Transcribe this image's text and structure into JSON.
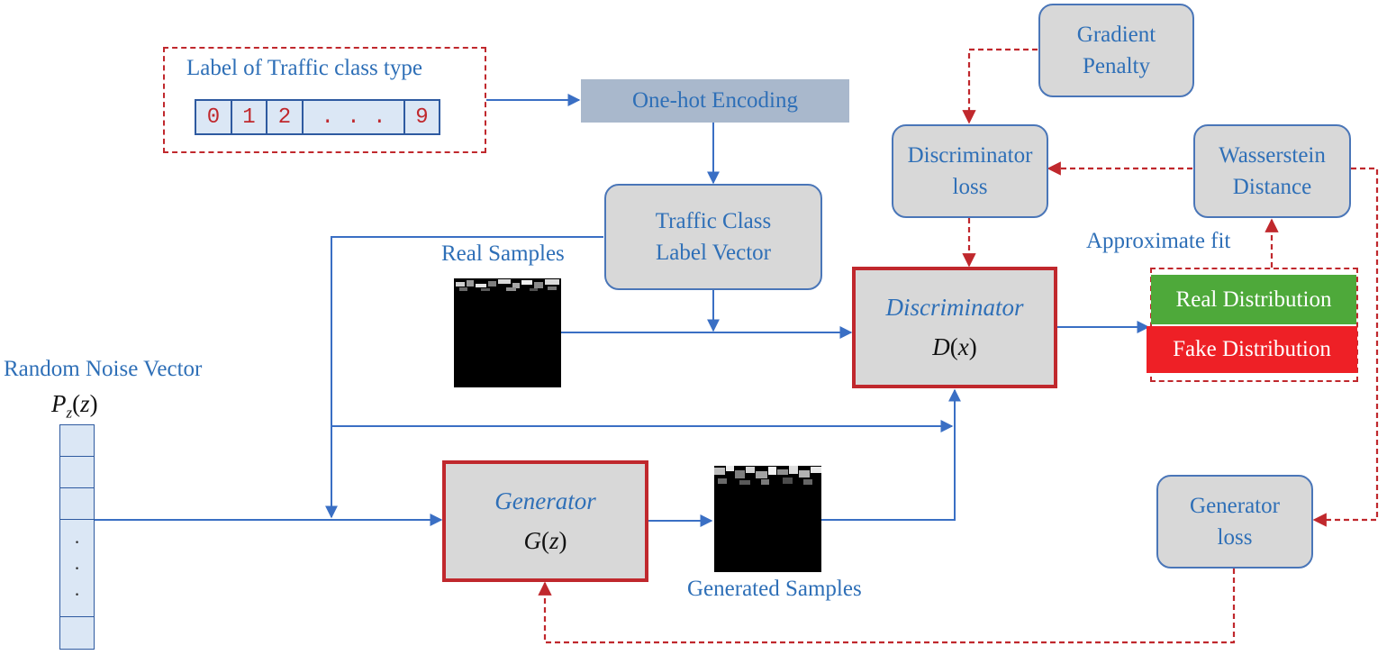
{
  "label_block": {
    "title": "Label of Traffic class type",
    "cells": [
      "0",
      "1",
      "2",
      ". . .",
      "9"
    ]
  },
  "one_hot": "One-hot Encoding",
  "traffic_label_vector": {
    "line1": "Traffic Class",
    "line2": "Label Vector"
  },
  "real_samples": "Real Samples",
  "generated_samples": "Generated Samples",
  "noise": {
    "title": "Random Noise Vector",
    "formula": {
      "p": "P",
      "sub": "z",
      "open": "(",
      "var": "z",
      "close": ")"
    },
    "dots": [
      "·",
      "·",
      "·"
    ]
  },
  "generator": {
    "name": "Generator",
    "formula": {
      "f": "G",
      "open": "(",
      "var": "z",
      "close": ")"
    }
  },
  "discriminator": {
    "name": "Discriminator",
    "formula": {
      "f": "D",
      "open": "(",
      "var": "x",
      "close": ")"
    }
  },
  "gradient_penalty": {
    "line1": "Gradient",
    "line2": "Penalty"
  },
  "discriminator_loss": {
    "line1": "Discriminator",
    "line2": "loss"
  },
  "wasserstein": {
    "line1": "Wasserstein",
    "line2": "Distance"
  },
  "approximate_fit": "Approximate fit",
  "real_distribution": "Real Distribution",
  "fake_distribution": "Fake Distribution",
  "generator_loss": {
    "line1": "Generator",
    "line2": "loss"
  },
  "colors": {
    "flow_line": "#3a6fc4",
    "feedback_line": "#c0282d",
    "box_fill": "#d8d8d8",
    "real_distribution": "#4ea93a",
    "fake_distribution": "#ee2026",
    "text": "#2e6fb7"
  }
}
